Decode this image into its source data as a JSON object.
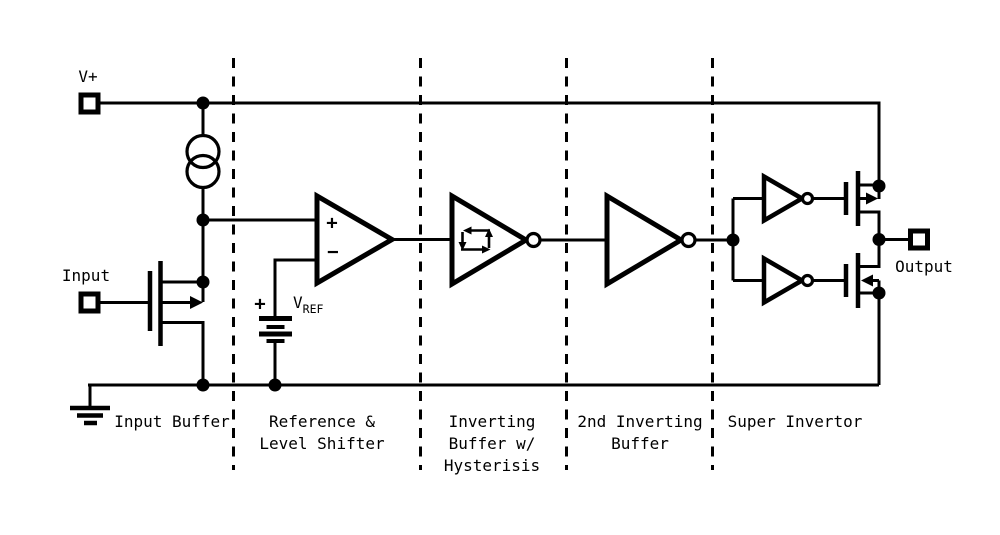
{
  "colors": {
    "line": "#000000",
    "background": "#ffffff"
  },
  "terminals": {
    "v_plus": "V+",
    "input": "Input",
    "output": "Output"
  },
  "opamp": {
    "noninverting_label": "+",
    "inverting_label": "−"
  },
  "reference": {
    "polarity_label": "+",
    "name_base": "V",
    "name_sub": "REF"
  },
  "sections": [
    {
      "label_lines": [
        "Input Buffer"
      ]
    },
    {
      "label_lines": [
        "Reference &",
        "Level Shifter"
      ]
    },
    {
      "label_lines": [
        "Inverting",
        "Buffer w/",
        "Hysterisis"
      ]
    },
    {
      "label_lines": [
        "2nd Inverting",
        "Buffer"
      ]
    },
    {
      "label_lines": [
        "Super Invertor"
      ]
    }
  ]
}
